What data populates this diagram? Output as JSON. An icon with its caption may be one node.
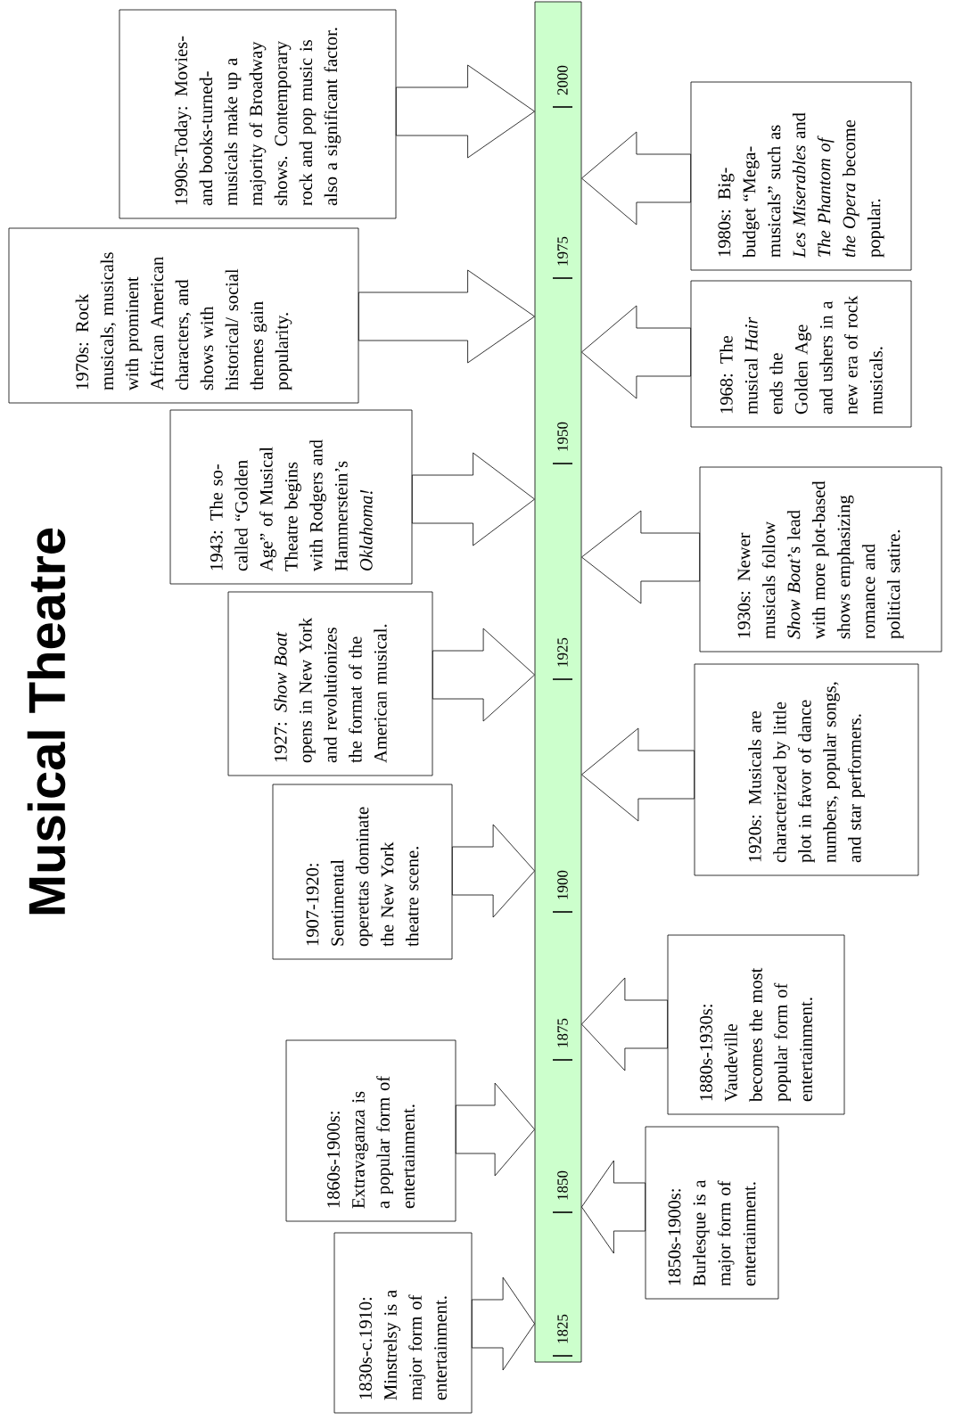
{
  "diagram": {
    "title": "Musical Theatre",
    "nodes": [
      {
        "text": [],
        "shape": "bar"
      },
      {
        "text": [
          "1830s-c.1910: Minstrelsy is a major form of entertainment."
        ]
      },
      {
        "text": [
          "1850s-1900s: Burlesque is a major form of entertainment."
        ]
      },
      {
        "text": [
          "1860s-1900s: Extravaganza is a popular form of entertainment."
        ]
      },
      {
        "text": [
          "1880s-1930s: Vaudeville becomes the most popular form of entertainment."
        ]
      },
      {
        "text": [
          "1907-1920: Sentimental operettas dominate the New York theatre scene."
        ]
      },
      {
        "text": [
          "1920s: Musicals are characterized by little plot in favor of dance numbers, popular songs, and star performers."
        ]
      },
      {
        "text": [
          "1927: *Show Boat* opens in New York and revolutionizes the format of the American musical."
        ]
      },
      {
        "text": [
          "1930s: Newer musicals follow *Show Boat*’s lead with more plot-based shows emphasizing romance and political satire."
        ]
      },
      {
        "text": [
          "1943: The so-called “Golden Age” of Musical Theatre begins with Rodgers and Hammerstein’s *Oklahoma!*"
        ]
      },
      {
        "text": [
          "1968: The musical *Hair* ends the Golden Age and ushers in a new era of rock musicals."
        ]
      },
      {
        "text": [
          "1970s: Rock musicals, musicals with prominent African American characters, and shows with historical/ social themes gain popularity."
        ]
      },
      {
        "text": [
          "1980s: Big-budget “Mega-musicals” such as *Les Miserables* and *The Phantom of the Opera* become popular."
        ]
      },
      {
        "text": [
          "1990s-Today: Movies- and books-turned-musicals make up a majority of Broadway shows. Contemporary rock and pop music is also a significant factor."
        ]
      }
    ],
    "edges": [
      {
        "from": 1,
        "to": 0,
        "arrow": "to"
      },
      {
        "from": 2,
        "to": 0,
        "arrow": "to"
      },
      {
        "from": 3,
        "to": 0,
        "arrow": "to"
      },
      {
        "from": 4,
        "to": 0,
        "arrow": "to"
      },
      {
        "from": 5,
        "to": 0,
        "arrow": "to"
      },
      {
        "from": 6,
        "to": 0,
        "arrow": "to"
      },
      {
        "from": 7,
        "to": 0,
        "arrow": "to"
      },
      {
        "from": 8,
        "to": 0,
        "arrow": "to"
      },
      {
        "from": 9,
        "to": 0,
        "arrow": "to"
      },
      {
        "from": 10,
        "to": 0,
        "arrow": "to"
      },
      {
        "from": 11,
        "to": 0,
        "arrow": "to"
      },
      {
        "from": 12,
        "to": 0,
        "arrow": "to"
      },
      {
        "from": 13,
        "to": 0,
        "arrow": "to"
      }
    ],
    "labels": [
      "2000",
      "1975",
      "1950",
      "1925",
      "1900",
      "1875",
      "1850",
      "1825"
    ]
  }
}
